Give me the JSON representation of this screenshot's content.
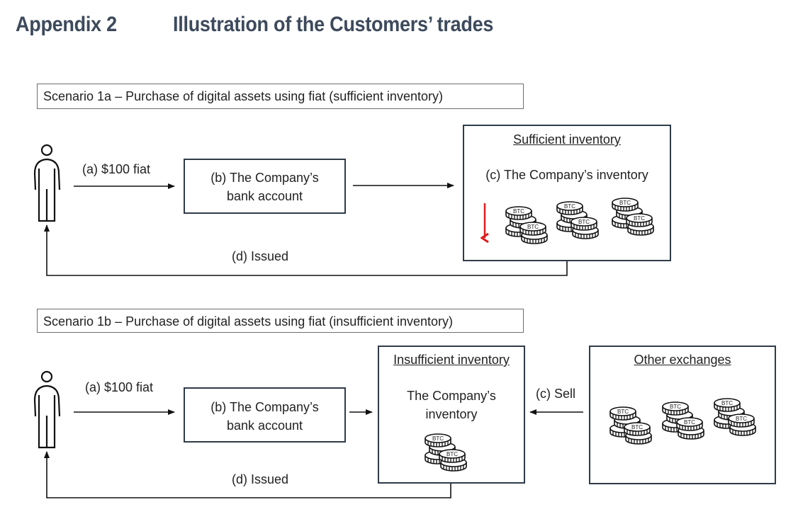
{
  "header": {
    "appendix": "Appendix 2",
    "title": "Illustration of the Customers’ trades"
  },
  "scenarios": [
    {
      "id": "1a",
      "caption": "Scenario 1a – Purchase of digital assets using fiat (sufficient inventory)",
      "payment_label": "(a) $100 fiat",
      "bank_box": {
        "line1": "(b) The Company’s",
        "line2": "bank account"
      },
      "inventory_box": {
        "heading": "Sufficient inventory",
        "line1": "(c) The Company’s inventory",
        "coin_label": "BTC",
        "coin_stacks": 3,
        "indicator": "down-arrow",
        "indicator_color": "#e01b1b"
      },
      "return_label": "(d) Issued"
    },
    {
      "id": "1b",
      "caption": "Scenario 1b – Purchase of digital assets using fiat (insufficient inventory)",
      "payment_label": "(a) $100 fiat",
      "bank_box": {
        "line1": "(b) The Company’s",
        "line2": "bank account"
      },
      "inventory_box": {
        "heading": "Insufficient inventory",
        "line1": "The Company’s",
        "line2": "inventory",
        "coin_label": "BTC",
        "coin_stacks": 1
      },
      "exchange_box": {
        "heading": "Other exchanges",
        "coin_label": "BTC",
        "coin_stacks": 3
      },
      "sell_label": "(c) Sell",
      "return_label": "(d) Issued"
    }
  ]
}
